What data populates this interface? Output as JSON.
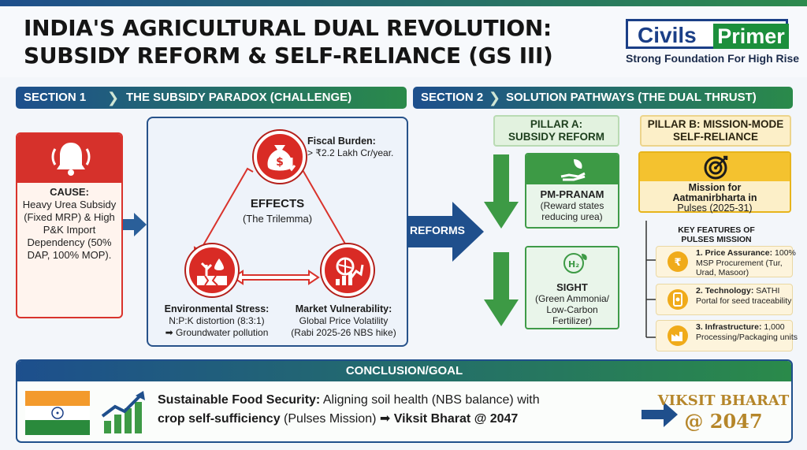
{
  "header": {
    "title_line1": "INDIA'S AGRICULTURAL DUAL REVOLUTION:",
    "title_line2": "SUBSIDY REFORM & SELF-RELIANCE (GS III)"
  },
  "logo": {
    "civils": "Civils",
    "primer": "Primer",
    "tagline": "Strong Foundation For High Rise"
  },
  "section1": {
    "number": "SECTION 1",
    "title": "THE SUBSIDY PARADOX (CHALLENGE)",
    "cause": {
      "heading": "CAUSE:",
      "text": "Heavy Urea Subsidy (Fixed MRP) & High P&K Import Dependency (50% DAP, 100% MOP).",
      "icon": "alarm-bell-icon"
    },
    "effects": {
      "heading": "EFFECTS",
      "subheading": "(The Trilemma)",
      "fiscal": {
        "title": "Fiscal Burden:",
        "text": "> ₹2.2 Lakh Cr/year.",
        "icon": "money-bag-icon"
      },
      "environmental": {
        "title": "Environmental Stress:",
        "line1": "N:P:K distortion (8:3:1)",
        "line2": "➡ Groundwater pollution",
        "icon": "cracked-soil-icon"
      },
      "market": {
        "title": "Market Vulnerability:",
        "line1": "Global Price Volatility",
        "line2": "(Rabi 2025-26 NBS hike)",
        "icon": "market-chart-icon"
      }
    }
  },
  "reforms_label": "REFORMS",
  "section2": {
    "number": "SECTION 2",
    "title": "SOLUTION PATHWAYS (THE DUAL THRUST)",
    "pillar_a": {
      "heading_line1": "PILLAR A:",
      "heading_line2": "SUBSIDY REFORM",
      "card1": {
        "title": "PM-PRANAM",
        "line1": "(Reward states",
        "line2": "reducing urea)",
        "icon": "hand-leaf-icon"
      },
      "card2": {
        "title": "SIGHT",
        "line1": "(Green Ammonia/",
        "line2": "Low-Carbon",
        "line3": "Fertilizer)",
        "icon": "hydrogen-leaf-icon"
      }
    },
    "pillar_b": {
      "heading_line1": "PILLAR B: MISSION-MODE",
      "heading_line2": "SELF-RELIANCE",
      "mission_line1": "Mission for",
      "mission_line2": "Aatmanirbharta in",
      "mission_line3": "Pulses (2025-31)",
      "mission_icon": "target-icon",
      "features_heading_line1": "KEY FEATURES OF",
      "features_heading_line2": "PULSES MISSION",
      "features": [
        {
          "title": "1. Price Assurance:",
          "text": "100% MSP Procurement (Tur, Urad, Masoor)",
          "icon": "handshake-rupee-icon"
        },
        {
          "title": "2. Technology:",
          "text": "SATHI Portal for seed traceability",
          "icon": "phone-fingerprint-icon"
        },
        {
          "title": "3. Infrastructure:",
          "text": "1,000 Processing/Packaging units",
          "icon": "factory-icon"
        }
      ]
    }
  },
  "conclusion": {
    "heading": "CONCLUSION/GOAL",
    "bold1": "Sustainable Food Security:",
    "text1": " Aligning soil health (NBS balance) with ",
    "bold2": "crop self-sufficiency",
    "text2": " (Pulses Mission) ➡ ",
    "bold3": "Viksit Bharat @ 2047",
    "viksit_line1": "VIKSIT BHARAT",
    "viksit_line2": "@ 2047",
    "icons": [
      "india-flag-icon",
      "growth-chart-icon"
    ]
  },
  "colors": {
    "navy": "#1d4f8d",
    "green": "#2a8a4a",
    "red": "#d6312b",
    "yellow": "#f4c22f",
    "gold": "#b5862a"
  }
}
